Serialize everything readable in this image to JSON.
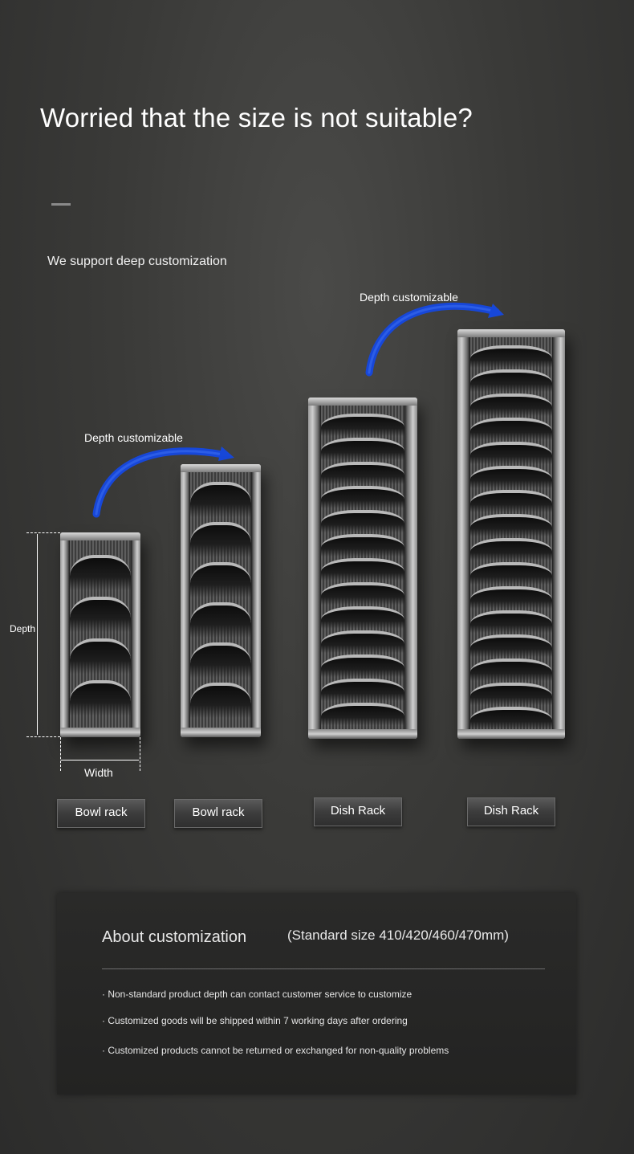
{
  "header": {
    "headline": "Worried that the size is not suitable?",
    "subline": "We support deep customization"
  },
  "annotations": {
    "depth_customizable_1": "Depth customizable",
    "depth_customizable_2": "Depth customizable",
    "depth": "Depth",
    "width": "Width"
  },
  "products": [
    {
      "label": "Bowl rack"
    },
    {
      "label": "Bowl rack"
    },
    {
      "label": "Dish Rack"
    },
    {
      "label": "Dish Rack"
    }
  ],
  "about": {
    "title": "About customization",
    "standard": "(Standard size 410/420/460/470mm)",
    "notes": [
      "· Non-standard product depth can contact customer service to customize",
      "· Customized goods will be shipped within 7 working days after ordering",
      "· Customized products cannot be returned or exchanged for non-quality problems"
    ]
  },
  "colors": {
    "arrow": "#1747d8",
    "background": "#3a3a38",
    "panel": "#262625"
  }
}
